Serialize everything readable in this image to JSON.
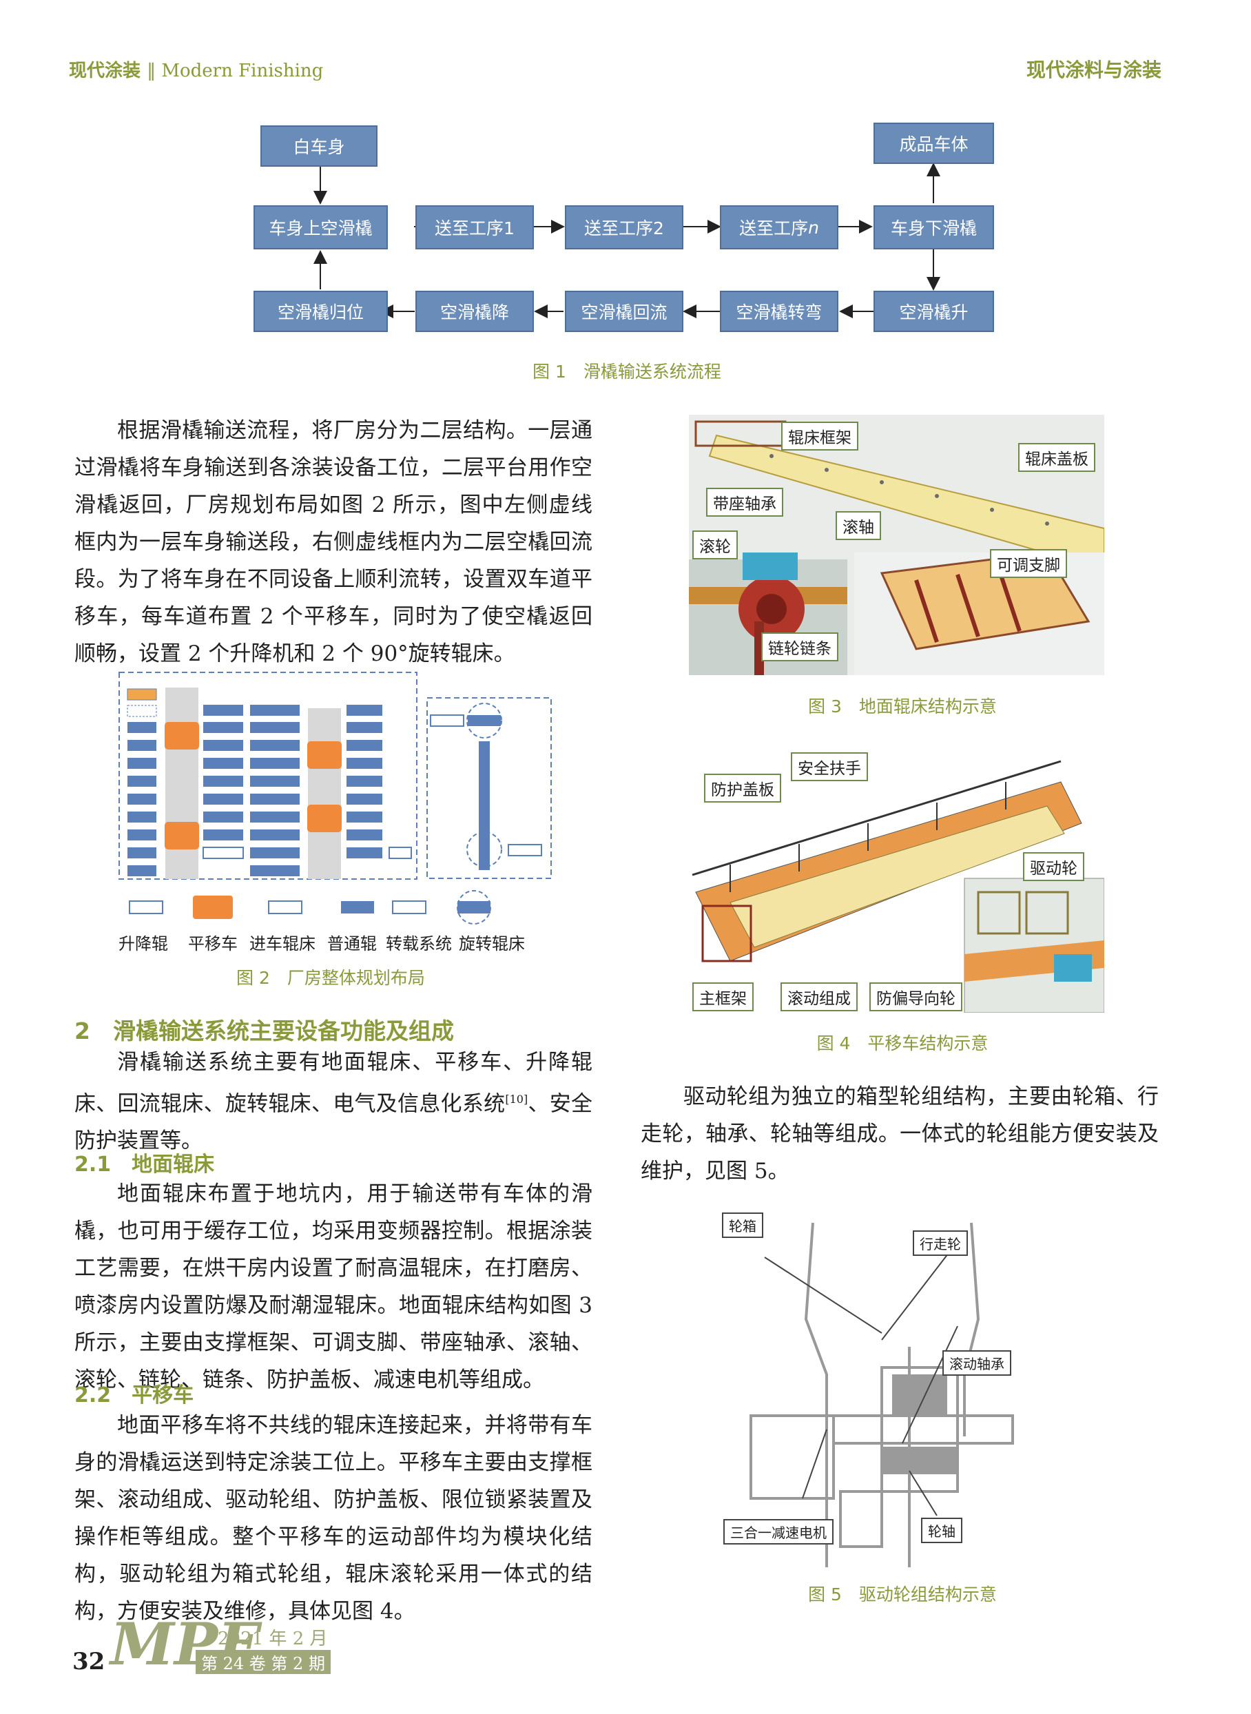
{
  "header": {
    "journal_cn": "现代涂装",
    "journal_en": "Modern Finishing",
    "journal_right": "现代涂料与涂装"
  },
  "fig1": {
    "boxes": {
      "white_body": "白车身",
      "finished": "成品车体",
      "load": "车身上空滑橇",
      "p1": "送至工序1",
      "p2": "送至工序2",
      "pn_prefix": "送至工序",
      "pn_var": "n",
      "unload": "车身下滑橇",
      "reset": "空滑橇归位",
      "down": "空滑橇降",
      "ret": "空滑橇回流",
      "turn": "空滑橇转弯",
      "up": "空滑橇升"
    },
    "caption": "图 1　滑橇输送系统流程"
  },
  "left_text": {
    "para1": "根据滑橇输送流程，将厂房分为二层结构。一层通过滑橇将车身输送到各涂装设备工位，二层平台用作空滑橇返回，厂房规划布局如图 2 所示，图中左侧虚线框内为一层车身输送段，右侧虚线框内为二层空橇回流段。为了将车身在不同设备上顺利流转，设置双车道平移车，每车道布置 2 个平移车，同时为了使空橇返回顺畅，设置 2 个升降机和 2 个 90°旋转辊床。",
    "section2": "2　滑橇输送系统主要设备功能及组成",
    "para2a": "滑橇输送系统主要有地面辊床、平移车、升降辊床、回流辊床、旋转辊床、电气及信息化系统",
    "para2_ref": "[10]",
    "para2b": "、安全防护装置等。",
    "sub21": "2.1　地面辊床",
    "para3": "地面辊床布置于地坑内，用于输送带有车体的滑橇，也可用于缓存工位，均采用变频器控制。根据涂装工艺需要，在烘干房内设置了耐高温辊床，在打磨房、喷漆房内设置防爆及耐潮湿辊床。地面辊床结构如图 3 所示，主要由支撑框架、可调支脚、带座轴承、滚轴、滚轮、链轮、链条、防护盖板、减速电机等组成。",
    "sub22": "2.2　平移车",
    "para4": "地面平移车将不共线的辊床连接起来，并将带有车身的滑橇运送到特定涂装工位上。平移车主要由支撑框架、滚动组成、驱动轮组、防护盖板、限位锁紧装置及操作柜等组成。整个平移车的运动部件均为模块化结构，驱动轮组为箱式轮组，辊床滚轮采用一体式的结构，方便安装及维修，具体见图 4。"
  },
  "fig2": {
    "legend": [
      "升降辊",
      "平移车",
      "进车辊床",
      "普通辊",
      "转载系统",
      "旋转辊床"
    ],
    "caption": "图 2　厂房整体规划布局"
  },
  "fig3": {
    "labels": [
      "辊床框架",
      "辊床盖板",
      "带座轴承",
      "滚轴",
      "滚轮",
      "可调支脚",
      "链轮链条"
    ],
    "caption": "图 3　地面辊床结构示意"
  },
  "fig4": {
    "labels": [
      "防护盖板",
      "安全扶手",
      "驱动轮",
      "主框架",
      "滚动组成",
      "防偏导向轮"
    ],
    "caption": "图 4　平移车结构示意"
  },
  "right_text": {
    "para5": "驱动轮组为独立的箱型轮组结构，主要由轮箱、行走轮，轴承、轮轴等组成。一体式的轮组能方便安装及维护，见图 5。"
  },
  "fig5": {
    "labels": [
      "轮箱",
      "行走轮",
      "滚动轴承",
      "三合一减速电机",
      "轮轴"
    ],
    "caption": "图 5　驱动轮组结构示意"
  },
  "footer": {
    "page": "32",
    "logo": "MPF",
    "date": "2021 年 2 月",
    "issue": "第 24 卷 第 2 期"
  },
  "colors": {
    "accent": "#8a9a3a",
    "flow_box": "#6a8cb8",
    "shuttle": "#f08a3a",
    "roller": "#5b7fb8"
  }
}
